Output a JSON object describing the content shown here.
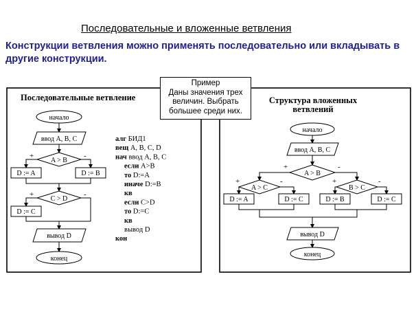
{
  "title": "Последовательные и вложенные ветвления",
  "intro": "Конструкции ветвления можно применять последовательно или вкладывать в другие конструкции.",
  "popup": {
    "line1": "Пример",
    "line2": "Даны значения трех",
    "line3": "величин. Выбрать",
    "line4": "большее среди них."
  },
  "left_panel": {
    "title": "Последовательные ветвление",
    "start": "начало",
    "input": "ввод A, B, C",
    "cond1": "A > B",
    "plus": "+",
    "minus": "-",
    "assign_a": "D := A",
    "assign_b": "D := B",
    "cond2": "C > D",
    "assign_c": "D := C",
    "output": "вывод D",
    "end": "конец",
    "code": [
      {
        "kw": "алг",
        "rest": " БИД1",
        "indent": 0
      },
      {
        "kw": "вещ",
        "rest": "  A, B, C, D",
        "indent": 0
      },
      {
        "kw": "нач",
        "rest": " ввод A, B, C",
        "indent": 0
      },
      {
        "kw": "если",
        "rest": " A>B",
        "indent": 1
      },
      {
        "kw": "то",
        "rest": " D:=A",
        "indent": 1
      },
      {
        "kw": "иначе",
        "rest": " D:=B",
        "indent": 1
      },
      {
        "kw": "кв",
        "rest": "",
        "indent": 1
      },
      {
        "kw": "если",
        "rest": " C>D",
        "indent": 1
      },
      {
        "kw": "то",
        "rest": " D:=C",
        "indent": 1
      },
      {
        "kw": "кв",
        "rest": "",
        "indent": 1
      },
      {
        "kw": "",
        "rest": "вывод D",
        "indent": 1
      },
      {
        "kw": "кон",
        "rest": "",
        "indent": 0
      }
    ]
  },
  "right_panel": {
    "title_line1": "Структура вложенных",
    "title_line2": "ветвлений",
    "start": "начало",
    "input": "ввод A, B, C",
    "cond_ab": "A > B",
    "cond_ac": "A > C",
    "cond_bc": "B > C",
    "plus": "+",
    "minus": "-",
    "assign_a": "D := A",
    "assign_c1": "D := C",
    "assign_b": "D := B",
    "assign_c2": "D := C",
    "output": "вывод D",
    "end": "конец"
  }
}
